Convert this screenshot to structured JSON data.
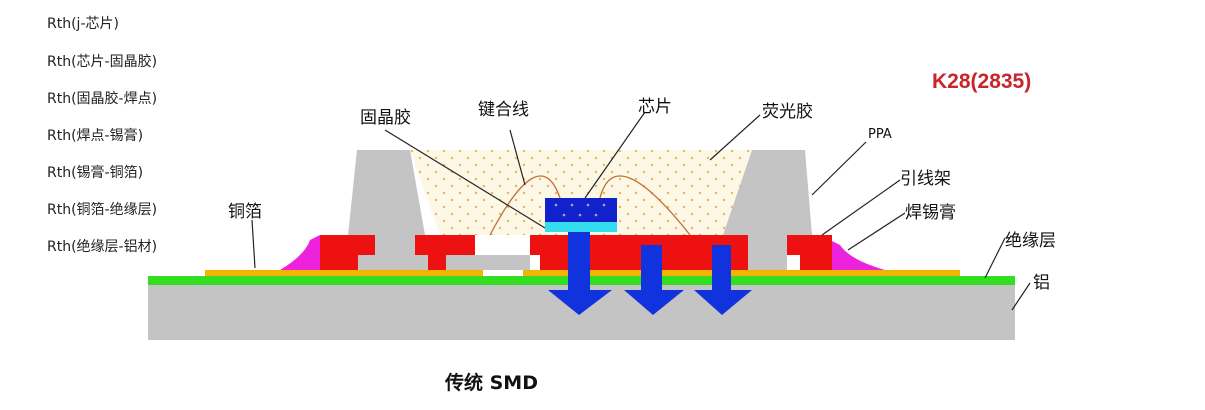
{
  "rth_list": [
    "Rth(j-芯片)",
    "Rth(芯片-固晶胶)",
    "Rth(固晶胶-焊点)",
    "Rth(焊点-锡膏)",
    "Rth(锡膏-铜箔)",
    "Rth(铜箔-绝缘层)",
    "Rth(绝缘层-铝材)"
  ],
  "labels": {
    "die_attach": "固晶胶",
    "bond_wire": "键合线",
    "chip": "芯片",
    "phosphor": "荧光胶",
    "ppa": "PPA",
    "lead_frame": "引线架",
    "solder_paste": "焊锡膏",
    "insulation": "绝缘层",
    "aluminum": "铝",
    "copper_foil": "铜箔"
  },
  "model": "K28(2835)",
  "caption": "传统 SMD",
  "colors": {
    "lead_frame": "#ee1111",
    "solder": "#ee22dd",
    "insulation": "#33dd22",
    "copper": "#f2b400",
    "substrate": "#c4c4c4",
    "chip": "#1122cc",
    "die_attach": "#33ddee",
    "arrow": "#1133dd",
    "model": "#c8262a"
  }
}
